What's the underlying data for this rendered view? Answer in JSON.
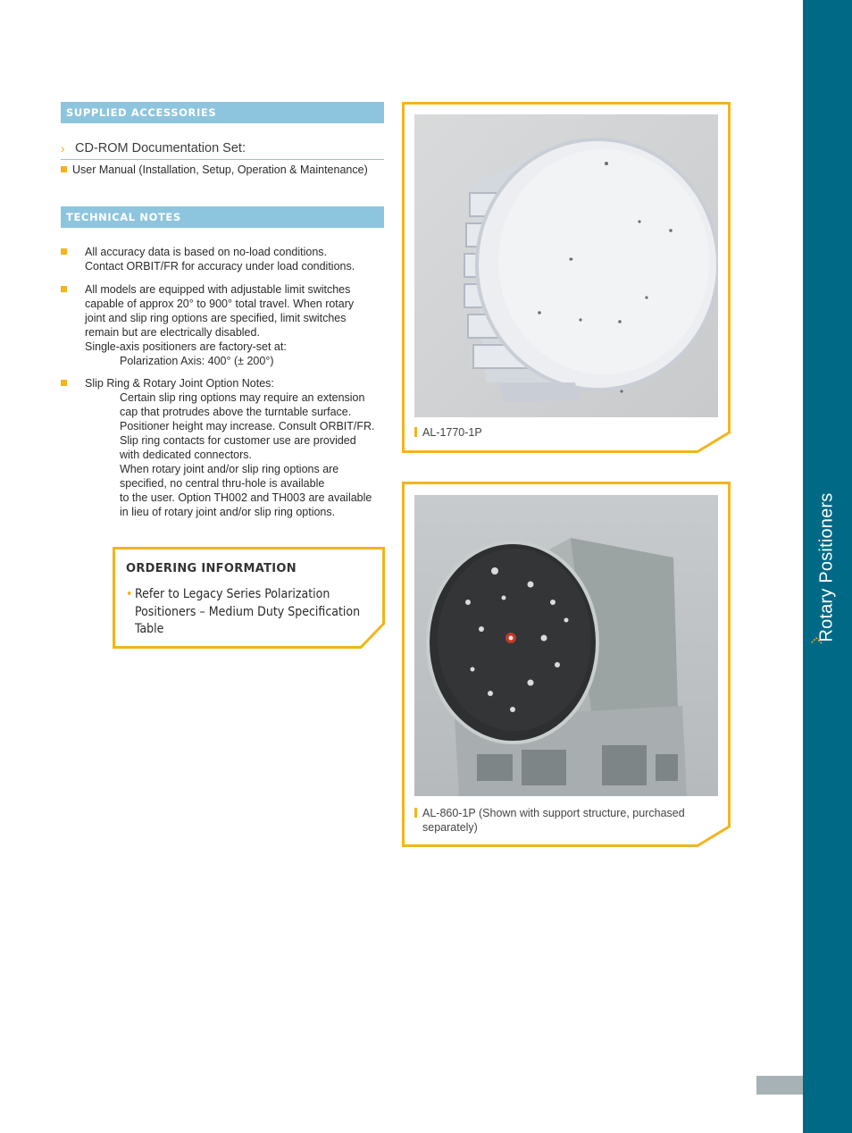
{
  "sidebar": {
    "title": "Rotary Positioners",
    "accent_color": "#006a86",
    "icon": "chevron-icon"
  },
  "supplied_accessories": {
    "header": "SUPPLIED ACCESSORIES",
    "cd_title": "CD-ROM Documentation Set:",
    "items": [
      "User Manual (Installation, Setup, Operation & Maintenance)"
    ]
  },
  "technical_notes": {
    "header": "TECHNICAL NOTES",
    "notes": [
      {
        "lines": [
          "All accuracy data is based on no-load conditions.",
          "Contact ORBIT/FR for accuracy under load conditions."
        ]
      },
      {
        "lines": [
          "All models are equipped with adjustable limit switches",
          "capable of approx 20° to 900° total travel. When rotary",
          "joint and slip ring options are specified, limit switches",
          "remain but are electrically disabled.",
          "Single-axis positioners are factory-set at:"
        ],
        "indent_lines": [
          "Polarization Axis: 400° (± 200°)"
        ]
      },
      {
        "lines": [
          "Slip Ring & Rotary Joint Option Notes:"
        ],
        "indent_lines": [
          "Certain slip ring options may require an extension",
          "cap that protrudes above the turntable surface.",
          "Positioner height may increase. Consult ORBIT/FR.",
          "Slip ring contacts for customer use are provided",
          "with dedicated connectors.",
          "When rotary joint and/or slip ring options are",
          "specified, no central thru-hole is available",
          "to the user. Option TH002 and TH003 are available",
          "in lieu of rotary joint and/or slip ring options."
        ]
      }
    ]
  },
  "ordering": {
    "title": "ORDERING INFORMATION",
    "text": "Refer to Legacy Series Polarization Positioners – Medium Duty Specification Table"
  },
  "products": [
    {
      "caption": "AL-1770-1P"
    },
    {
      "caption": "AL-860-1P (Shown with support structure, purchased separately)"
    }
  ],
  "colors": {
    "accent_yellow": "#f3b41c",
    "header_blue": "#8ec5de",
    "band_teal": "#006a86",
    "tab_gray": "#a7b2b6"
  }
}
